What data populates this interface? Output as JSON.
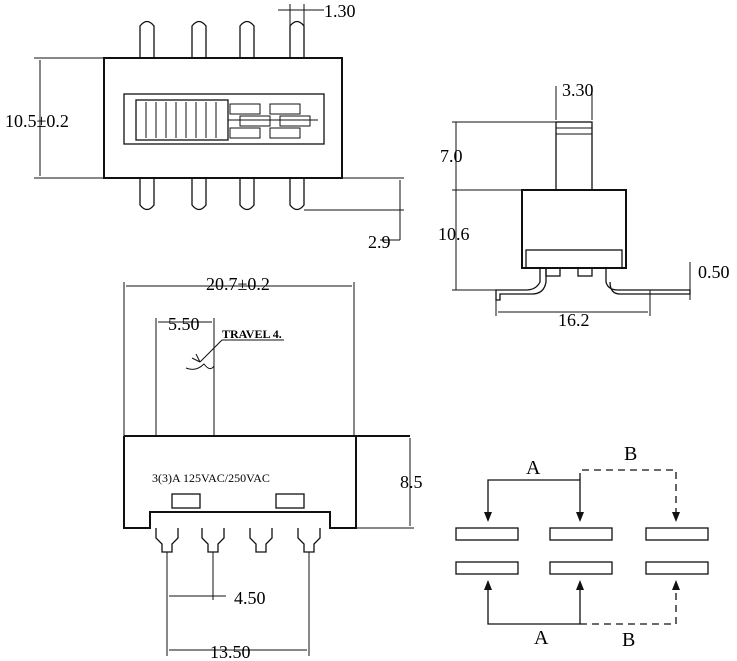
{
  "top_view": {
    "pin_width": "1.30",
    "height": "10.5±0.2",
    "pin_offset": "2.9"
  },
  "side_view": {
    "actuator_width": "3.30",
    "actuator_height": "7.0",
    "body_height": "10.6",
    "pin_thickness": "0.50",
    "pin_span": "16.2"
  },
  "front_view": {
    "overall_length": "20.7±0.2",
    "actuator_width": "5.50",
    "travel_note": "TRAVEL 4.",
    "rating_text": "3(3)A 125VAC/250VAC",
    "height": "8.5",
    "pitch": "4.50",
    "outer_span": "13.50"
  },
  "schematic": {
    "label_a_top": "A",
    "label_b_top": "B",
    "label_a_bottom": "A",
    "label_b_bottom": "B"
  }
}
